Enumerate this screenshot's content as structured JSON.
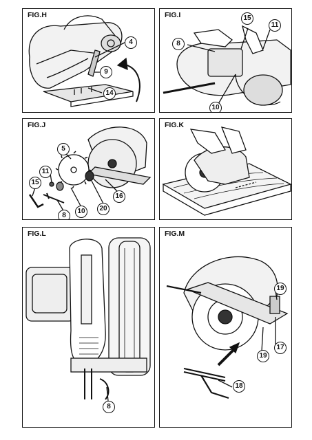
{
  "figures": {
    "H": {
      "label": "FIG.H",
      "callouts": [
        "4",
        "9",
        "14"
      ]
    },
    "I": {
      "label": "FIG.I",
      "callouts": [
        "15",
        "11",
        "8",
        "10"
      ]
    },
    "J": {
      "label": "FIG.J",
      "callouts": [
        "5",
        "11",
        "15",
        "8",
        "10",
        "20",
        "16"
      ]
    },
    "K": {
      "label": "FIG.K",
      "callouts": []
    },
    "L": {
      "label": "FIG.L",
      "callouts": [
        "8"
      ]
    },
    "M": {
      "label": "FIG.M",
      "callouts": [
        "19",
        "17",
        "19",
        "18"
      ]
    }
  }
}
